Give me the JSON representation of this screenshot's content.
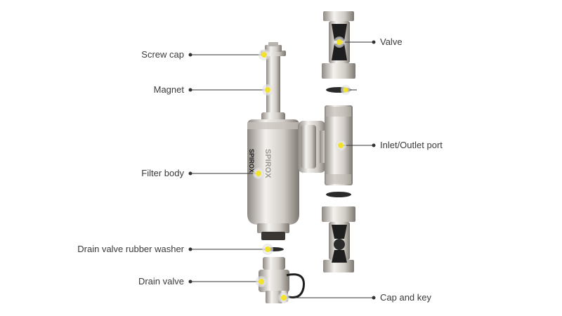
{
  "diagram": {
    "brand_text": "SPIROX",
    "colors": {
      "marker": "#f2e22a",
      "marker_halo": "#e6e6e6",
      "leader_line": "#333333",
      "label_text": "#3a3a3a",
      "metal_light": "#f4f2ef",
      "metal_mid": "#cfcac4",
      "metal_dark": "#8f8983",
      "handle": "#1e1e1e"
    },
    "labels": {
      "screw_cap": "Screw cap",
      "magnet": "Magnet",
      "filter_body": "Filter body",
      "drain_valve_washer": "Drain valve rubber washer",
      "drain_valve": "Drain valve",
      "valve": "Valve",
      "inlet_outlet_port": "Inlet/Outlet port",
      "cap_and_key": "Cap and key"
    }
  }
}
